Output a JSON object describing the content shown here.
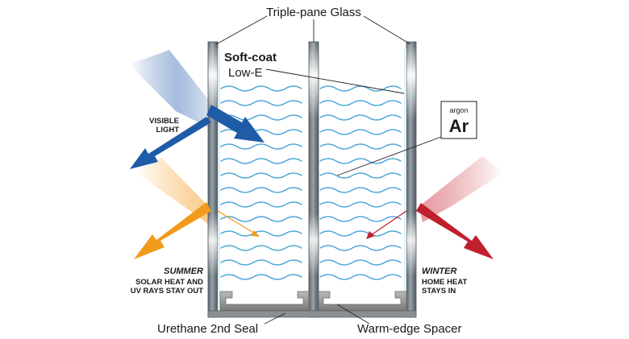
{
  "labels": {
    "triple_pane": "Triple-pane Glass",
    "soft_coat": "Soft-coat",
    "low_e": "Low-E",
    "argon_small": "argon",
    "argon_symbol": "Ar",
    "visible_line1": "VISIBLE",
    "visible_line2": "LIGHT",
    "summer_title": "SUMMER",
    "summer_line1": "SOLAR HEAT AND",
    "summer_line2": "UV RAYS STAY OUT",
    "winter_title": "WINTER",
    "winter_line1": "HOME HEAT",
    "winter_line2": "STAYS IN",
    "urethane": "Urethane 2nd Seal",
    "spacer": "Warm-edge Spacer"
  },
  "colors": {
    "visible_blue": "#1f5ca8",
    "visible_blue_light": "#c9d6ee",
    "summer_orange": "#f29a1c",
    "summer_orange_light": "#fde3b6",
    "winter_red": "#c0202e",
    "winter_red_light": "#f3c9cb",
    "glass_gray": "#7e878e",
    "glass_highlight": "#e9f4fb",
    "wave_blue": "#4aa6d8",
    "spacer_gray": "#9a9a9a"
  }
}
